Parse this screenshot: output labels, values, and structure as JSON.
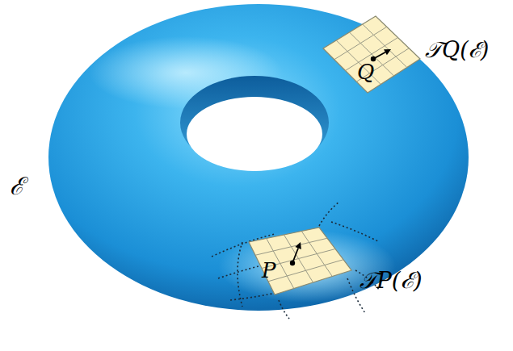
{
  "diagram": {
    "nodes": [
      {
        "text": [
          "P",
          "𝒯P(ℰ)"
        ]
      },
      {
        "text": [
          "Q",
          "𝒯Q(ℰ)"
        ]
      }
    ],
    "labels": [
      "ℰ"
    ]
  }
}
